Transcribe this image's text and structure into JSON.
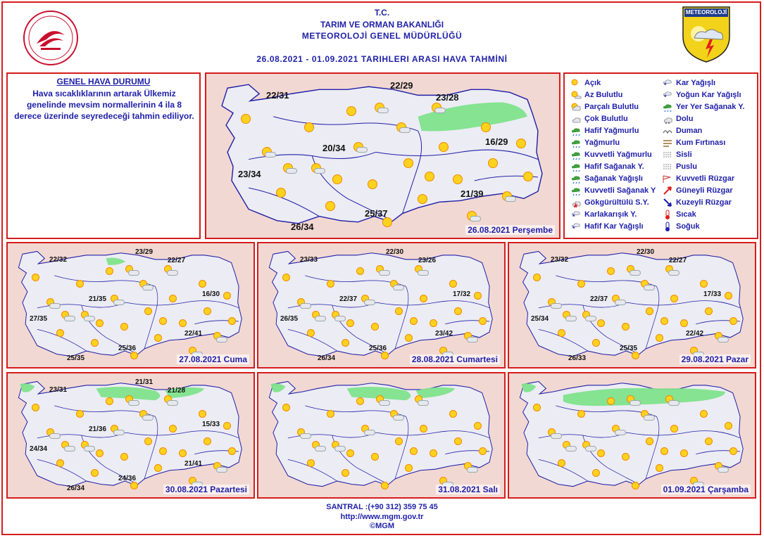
{
  "header": {
    "line1": "T.C.",
    "line2": "TARIM VE ORMAN BAKANLIĞI",
    "line3": "METEOROLOJİ GENEL MÜDÜRLÜĞÜ",
    "date_range": "26.08.2021 - 01.09.2021 TARIHLERI ARASI HAVA TAHMİNİ",
    "right_logo_text": "METEOROLOJİ"
  },
  "summary": {
    "title": "GENEL HAVA DURUMU",
    "text": "Hava sıcaklıklarının artarak Ülkemiz genelinde mevsim normallerinin 4 ila 8 derece üzerinde seyredeceği tahmin ediliyor."
  },
  "maps": [
    {
      "date_label": "26.08.2021 Perşembe",
      "temps": [
        "22/31",
        "22/29",
        "23/28",
        "20/34",
        "16/29",
        "23/34",
        "21/39",
        "25/37",
        "26/34"
      ],
      "green": "east"
    },
    {
      "date_label": "27.08.2021 Cuma",
      "temps": [
        "22/32",
        "23/29",
        "22/27",
        "21/35",
        "16/30",
        "27/35",
        "22/41",
        "25/36",
        "25/35"
      ],
      "green": "small"
    },
    {
      "date_label": "28.08.2021 Cumartesi",
      "temps": [
        "23/33",
        "22/30",
        "23/26",
        "22/37",
        "17/32",
        "26/35",
        "23/42",
        "25/36",
        "26/34"
      ],
      "green": "none"
    },
    {
      "date_label": "29.08.2021 Pazar",
      "temps": [
        "23/32",
        "22/30",
        "22/27",
        "22/37",
        "17/33",
        "25/34",
        "22/42",
        "25/35",
        "26/33"
      ],
      "green": "none"
    },
    {
      "date_label": "30.08.2021 Pazartesi",
      "temps": [
        "23/31",
        "21/31",
        "21/28",
        "21/36",
        "15/33",
        "24/34",
        "21/41",
        "24/36",
        "26/34"
      ],
      "green": "north"
    },
    {
      "date_label": "31.08.2021 Salı",
      "temps": [],
      "green": "north"
    },
    {
      "date_label": "01.09.2021 Çarşamba",
      "temps": [],
      "green": "northwide"
    }
  ],
  "legend": {
    "left": [
      "Açık",
      "Az Bulutlu",
      "Parçalı Bulutlu",
      "Çok Bulutlu",
      "Hafif Yağmurlu",
      "Yağmurlu",
      "Kuvvetli Yağmurlu",
      "Hafif Sağanak Y.",
      "Sağanak Yağışlı",
      "Kuvvetli Sağanak Y",
      "Gökgürültülü S.Y.",
      "Karlakarışık Y.",
      "Hafif Kar Yağışlı"
    ],
    "right": [
      "Kar Yağışlı",
      "Yoğun Kar Yağışlı",
      "Yer Yer Sağanak Y.",
      "Dolu",
      "Duman",
      "Kum Fırtınası",
      "Sisli",
      "Puslu",
      "Kuvvetli Rüzgar",
      "Güneyli Rüzgar",
      "Kuzeyli Rüzgar",
      "Sıcak",
      "Soğuk"
    ],
    "icons_left": [
      "sun-icon",
      "sun-cloud-icon",
      "partly-cloudy-icon",
      "cloudy-icon",
      "light-rain-icon",
      "rain-icon",
      "heavy-rain-icon",
      "light-shower-icon",
      "shower-icon",
      "heavy-shower-icon",
      "thunderstorm-icon",
      "sleet-icon",
      "light-snow-icon"
    ],
    "icons_right": [
      "snow-icon",
      "heavy-snow-icon",
      "scattered-shower-icon",
      "hail-icon",
      "smoke-icon",
      "sandstorm-icon",
      "fog-icon",
      "haze-icon",
      "strong-wind-icon",
      "south-wind-icon",
      "north-wind-icon",
      "hot-icon",
      "cold-icon"
    ]
  },
  "footer": {
    "phone": "SANTRAL :(+90 312) 359 75 45",
    "url": "http://www.mgm.gov.tr",
    "copyright": "©MGM"
  },
  "colors": {
    "accent": "#d51d1d",
    "text": "#1f1fa8",
    "land": "#ececf4",
    "background": "#f6d9cf",
    "green": "#7fe38c"
  }
}
